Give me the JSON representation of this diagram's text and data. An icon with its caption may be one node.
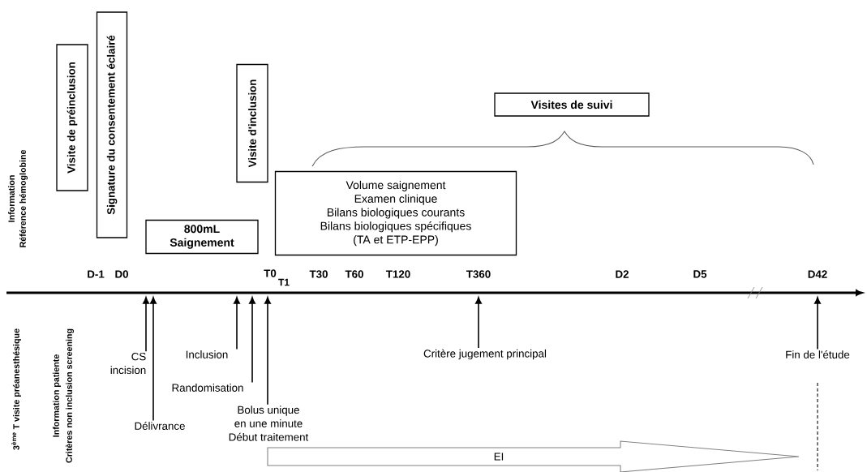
{
  "diagram": {
    "nodes": [
      {
        "text": [
          "Visite de préinclusion"
        ]
      },
      {
        "text": [
          "Signature du consentement éclairé"
        ]
      },
      {
        "text": [
          "800mL",
          "Saignement"
        ]
      },
      {
        "text": [
          "Visite d'inclusion"
        ]
      },
      {
        "text": [
          "Volume saignement",
          "Examen clinique",
          "Bilans biologiques courants",
          "Bilans biologiques spécifiques",
          "(TA et ETP-EPP)"
        ]
      },
      {
        "text": [
          "Visites de suivi"
        ]
      },
      {
        "text": [
          "CS",
          "incision"
        ]
      },
      {
        "text": [
          "Délivrance"
        ]
      },
      {
        "text": [
          "Inclusion"
        ]
      },
      {
        "text": [
          "Randomisation"
        ]
      },
      {
        "text": [
          "Bolus unique",
          "en une minute",
          "Début traitement"
        ]
      },
      {
        "text": [
          "Critère jugement principal"
        ]
      },
      {
        "text": [
          "Fin de l'étude"
        ]
      },
      {
        "text": [
          "EI"
        ]
      }
    ],
    "edges": [
      {
        "from": 6,
        "to": null,
        "arrow": "to"
      },
      {
        "from": 7,
        "to": null,
        "arrow": "to"
      },
      {
        "from": 8,
        "to": null,
        "arrow": "to"
      },
      {
        "from": 9,
        "to": null,
        "arrow": "to"
      },
      {
        "from": 10,
        "to": null,
        "arrow": "to"
      },
      {
        "from": 11,
        "to": null,
        "arrow": "to"
      },
      {
        "from": 12,
        "to": null,
        "arrow": "to"
      }
    ],
    "labels": [
      "Information",
      "Référence hémoglobine",
      "D-1",
      "D0",
      "T0",
      "T1",
      "T30",
      "T60",
      "T120",
      "T360",
      "D2",
      "D5",
      "D42",
      "3$^{ème}$ T visite préanesthésique",
      "Information patiente",
      "Critères non inclusion screening"
    ]
  }
}
